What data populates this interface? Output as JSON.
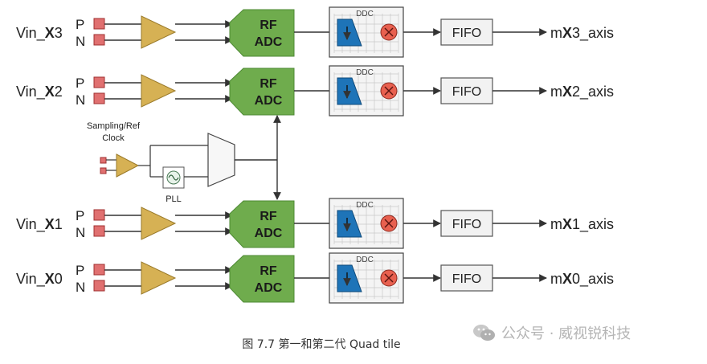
{
  "colors": {
    "pin": "#e07070",
    "pin_border": "#a03030",
    "amp": "#d6b154",
    "amp_border": "#9a7a2a",
    "adc": "#6fac4d",
    "ddc_filter": "#1e74b8",
    "ddc_mixer": "#e8604f",
    "ddc_bg": "#f4f4f4",
    "fifo_bg": "#f2f2f2",
    "line": "#333333"
  },
  "channels": [
    {
      "input_prefix": "Vin_",
      "input_bold": "X",
      "input_suffix": "3",
      "pin_p": "P",
      "pin_n": "N",
      "adc_line1": "RF",
      "adc_line2": "ADC",
      "ddc_label": "DDC",
      "fifo_label": "FIFO",
      "out_prefix": "m",
      "out_bold": "X",
      "out_suffix": "3_axis"
    },
    {
      "input_prefix": "Vin_",
      "input_bold": "X",
      "input_suffix": "2",
      "pin_p": "P",
      "pin_n": "N",
      "adc_line1": "RF",
      "adc_line2": "ADC",
      "ddc_label": "DDC",
      "fifo_label": "FIFO",
      "out_prefix": "m",
      "out_bold": "X",
      "out_suffix": "2_axis"
    },
    {
      "input_prefix": "Vin_",
      "input_bold": "X",
      "input_suffix": "1",
      "pin_p": "P",
      "pin_n": "N",
      "adc_line1": "RF",
      "adc_line2": "ADC",
      "ddc_label": "DDC",
      "fifo_label": "FIFO",
      "out_prefix": "m",
      "out_bold": "X",
      "out_suffix": "1_axis"
    },
    {
      "input_prefix": "Vin_",
      "input_bold": "X",
      "input_suffix": "0",
      "pin_p": "P",
      "pin_n": "N",
      "adc_line1": "RF",
      "adc_line2": "ADC",
      "ddc_label": "DDC",
      "fifo_label": "FIFO",
      "out_prefix": "m",
      "out_bold": "X",
      "out_suffix": "0_axis"
    }
  ],
  "clock": {
    "label_line1": "Sampling/Ref",
    "label_line2": "Clock",
    "pll_label": "PLL"
  },
  "caption": "图  7.7  第一和第二代 Quad tile",
  "watermark": {
    "icon": "wechat-icon",
    "text": "公众号 · 威视锐科技"
  }
}
